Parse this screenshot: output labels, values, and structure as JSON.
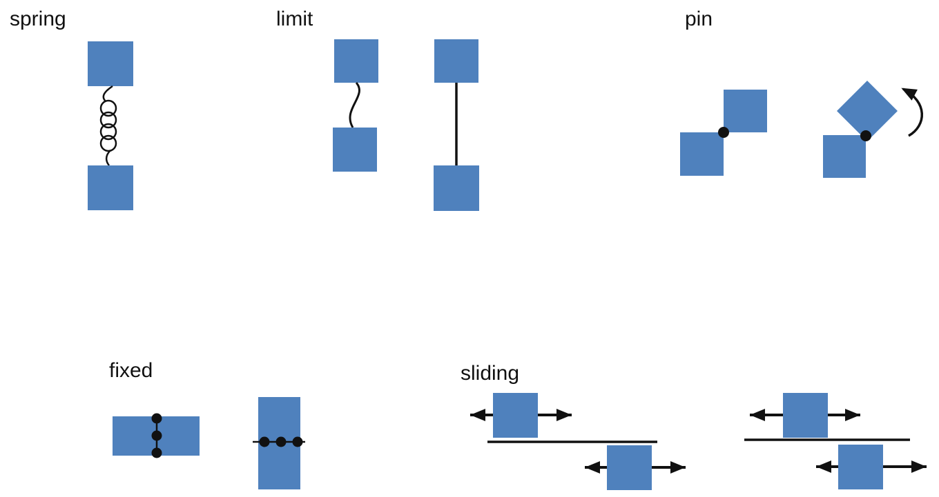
{
  "colors": {
    "accent": "#4f81bd",
    "ink": "#111111",
    "background": "#ffffff"
  },
  "groups": {
    "spring": {
      "label": "spring"
    },
    "limit": {
      "label": "limit"
    },
    "pin": {
      "label": "pin"
    },
    "fixed": {
      "label": "fixed"
    },
    "sliding": {
      "label": "sliding"
    }
  },
  "icons": {
    "spring_coil": "coil",
    "limit_slack_connector": "s-curve",
    "limit_taut_connector": "straight-line",
    "pin_joint": "filled-dot",
    "rotation_arrow": "curved-arrow",
    "weld_dot": "filled-dot",
    "slide_arrow": "double-headed-arrow",
    "slide_rail": "horizontal-line"
  }
}
